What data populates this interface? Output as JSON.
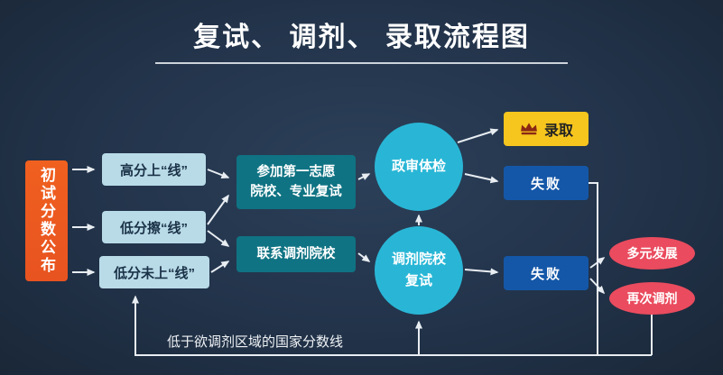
{
  "title": "复试、 调剂、 录取流程图",
  "source": {
    "label": "初试分数公布"
  },
  "branches": [
    {
      "label": "高分上“线”"
    },
    {
      "label": "低分擦“线”"
    },
    {
      "label": "低分未上“线”"
    }
  ],
  "actions": [
    {
      "label": "参加第一志愿\n院校、专业复试"
    },
    {
      "label": "联系调剂院校"
    }
  ],
  "reviews": [
    {
      "label": "政审体检"
    },
    {
      "label": "调剂院校\n复试"
    }
  ],
  "outcomes": {
    "admitted": {
      "label": "录取"
    },
    "failed_first_choice": {
      "label": "失败"
    },
    "failed_adjustment": {
      "label": "失败"
    }
  },
  "endings": [
    {
      "label": "多元发展"
    },
    {
      "label": "再次调剂"
    }
  ],
  "footnote": "低于欲调剂区域的国家分数线",
  "colors": {
    "background": "#22334a",
    "source_box": "#e85320",
    "branch_box": "#b9dbe8",
    "branch_text": "#1b3247",
    "action_box": "#0f7383",
    "circle": "#29b6d6",
    "admit_box": "#f6c51e",
    "admit_text": "#222222",
    "crown": "#8a2713",
    "fail_box": "#1457a8",
    "ending_ellipse": "#ea4b5e",
    "arrow": "#e8edf2",
    "text_light": "#ffffff"
  }
}
